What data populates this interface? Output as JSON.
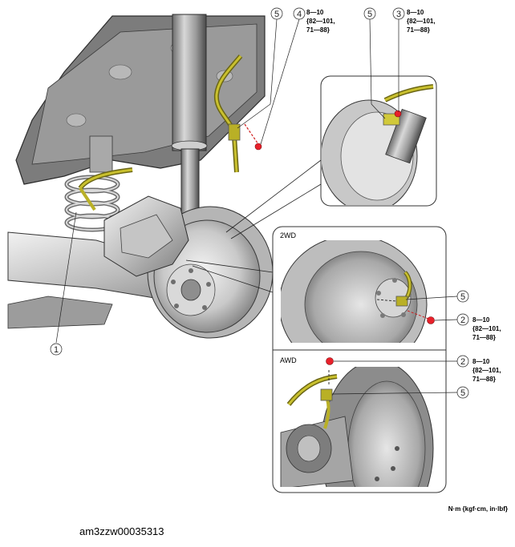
{
  "callouts": {
    "c1": "1",
    "c2a": "2",
    "c2b": "2",
    "c3": "3",
    "c4": "4",
    "c5a": "5",
    "c5b": "5",
    "c5c": "5",
    "c5d": "5"
  },
  "torque": {
    "line1": "8—10",
    "line2": "{82—101,",
    "line3": "71—88}"
  },
  "panels": {
    "twowd": "2WD",
    "awd": "AWD"
  },
  "units": "N·m {kgf·cm, in·lbf}",
  "doc_id": "am3zzw00035313",
  "colors": {
    "hose": "#b9b026",
    "bolt": "#e8202a",
    "metal_dark": "#5a5a5a",
    "metal_mid": "#a8a8a8",
    "metal_light": "#dedede"
  }
}
